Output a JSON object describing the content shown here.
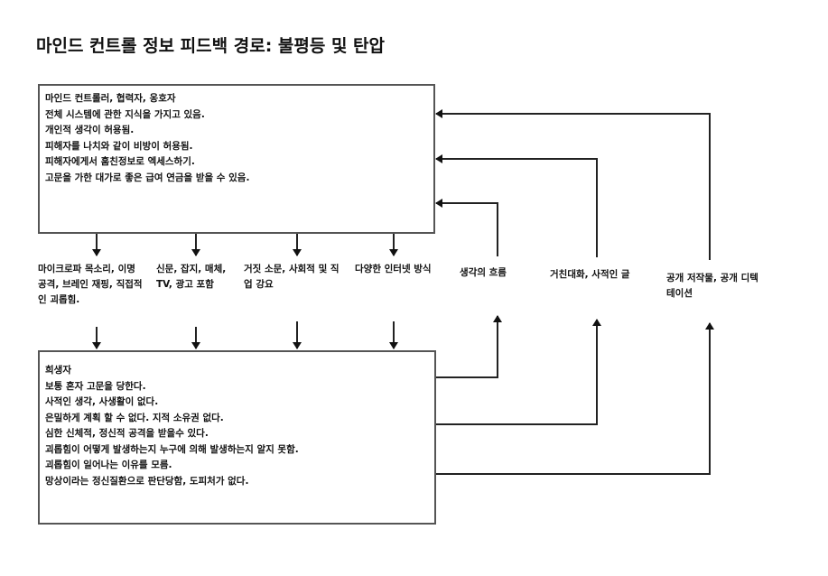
{
  "title": "마인드 컨트롤 정보 피드백 경로: 불평등 및 탄압",
  "top_box": {
    "lines": [
      "마인드 컨트롤러, 협력자, 옹호자",
      "전체 시스템에 관한 지식을 가지고 있음.",
      "개인적 생각이 허용됨.",
      "피해자를 나치와 같이 비방이 허용됨.",
      "피해자에게서 훔친정보로 엑세스하기.",
      "고문을 가한 대가로 좋은 급여 연금을 받을 수 있음."
    ]
  },
  "down_channels": [
    "마이크로파 목소리, 이명 공격, 브레인 재핑, 직접적인 괴롭힘.",
    "신문, 잡지, 매체, TV, 광고 포함",
    "거짓 소문, 사회적 및 직업 강요",
    "다양한 인터넷 방식"
  ],
  "up_channels": [
    "생각의 흐름",
    "거친대화, 사적인 글",
    "공개 저작물, 공개 디텍테이션"
  ],
  "bottom_box": {
    "lines": [
      "희생자",
      "보통 혼자 고문을 당한다.",
      "사적인 생각, 사생활이 없다.",
      "은밀하게 계획 할 수 없다. 지적 소유권 없다.",
      "심한 신체적, 정신적 공격을 받을수 있다.",
      "괴롭힘이 어떻게 발생하는지 누구에 의해 발생하는지 알지 못함.",
      "괴롭힘이 일어나는 이유를 모름.",
      "망상이라는 정신질환으로 판단당함, 도피처가 없다."
    ]
  }
}
